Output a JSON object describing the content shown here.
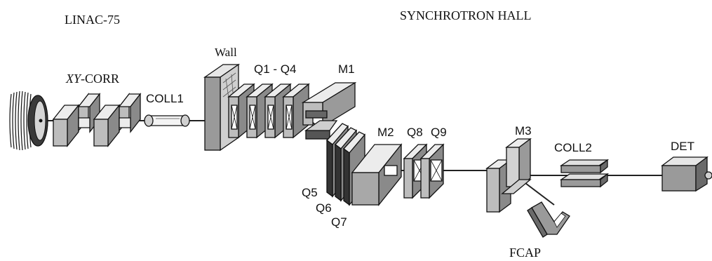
{
  "labels": {
    "linac": "LINAC-75",
    "hall": "SYNCHROTRON HALL",
    "xy_corr_italic": "XY",
    "xy_corr_suffix": "-CORR",
    "coll1": "COLL1",
    "wall": "Wall",
    "q1_q4": "Q1 - Q4",
    "m1": "M1",
    "m2": "M2",
    "q8": "Q8",
    "q9": "Q9",
    "q5": "Q5",
    "q6": "Q6",
    "q7": "Q7",
    "m3": "M3",
    "coll2": "COLL2",
    "det": "DET",
    "fcap": "FCAP"
  },
  "colors": {
    "face_light": "#ececec",
    "face_mid": "#bdbdbd",
    "face_dark": "#8a8a8a",
    "outline": "#111111"
  }
}
